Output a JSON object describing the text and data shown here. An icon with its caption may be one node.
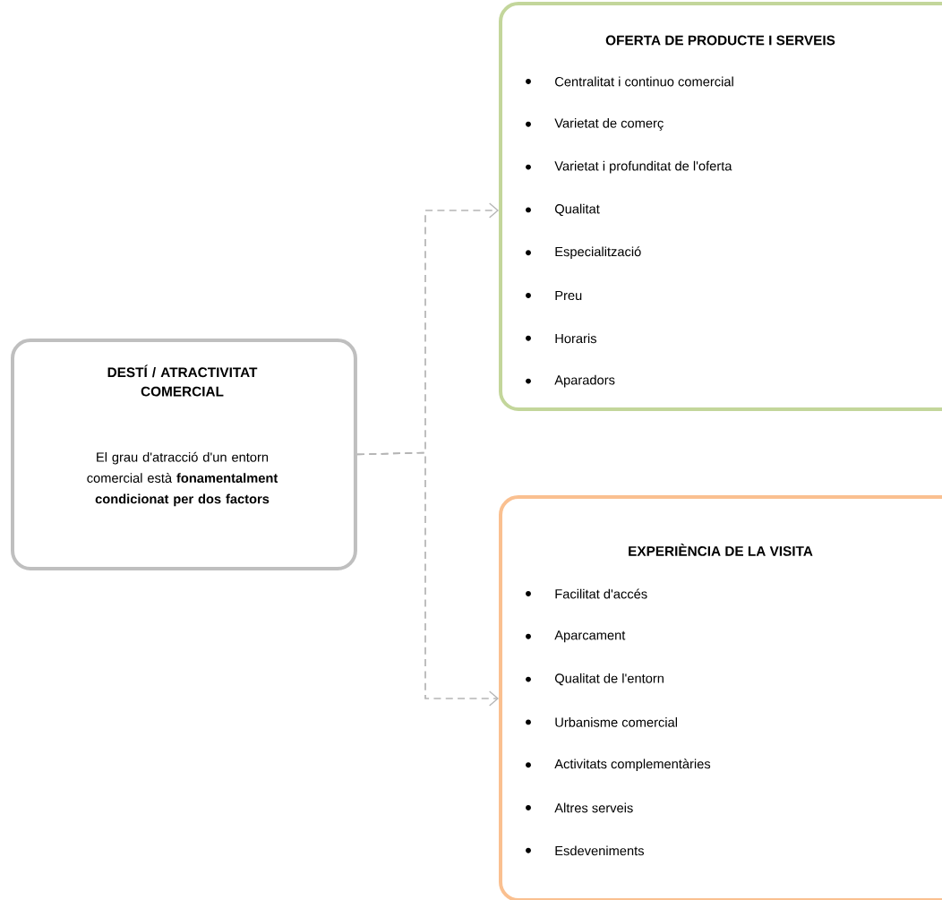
{
  "diagram": {
    "nodes": [
      {
        "text": [
          "DESTÍ / ATRACTIVITAT COMERCIAL",
          "El grau d'atracció d'un entorn comercial està **fonamentalment condicionat per dos factors**"
        ]
      },
      {
        "text": [
          "OFERTA DE PRODUCTE I SERVEIS",
          "Centralitat i continuo comercial",
          "Varietat de comerç",
          "Varietat i profunditat de l'oferta",
          "Qualitat",
          "Especialització",
          "Preu",
          "Horaris",
          "Aparadors"
        ]
      },
      {
        "text": [
          "EXPERIÈNCIA DE LA VISITA",
          "Facilitat d'accés",
          "Aparcament",
          "Qualitat de l'entorn",
          "Urbanisme comercial",
          "Activitats complementàries",
          "Altres serveis",
          "Esdeveniments"
        ]
      }
    ],
    "edges": [
      {
        "from": 0,
        "to": 1,
        "arrow": "to",
        "style": "dashed"
      },
      {
        "from": 0,
        "to": 2,
        "arrow": "to",
        "style": "dashed"
      }
    ]
  }
}
